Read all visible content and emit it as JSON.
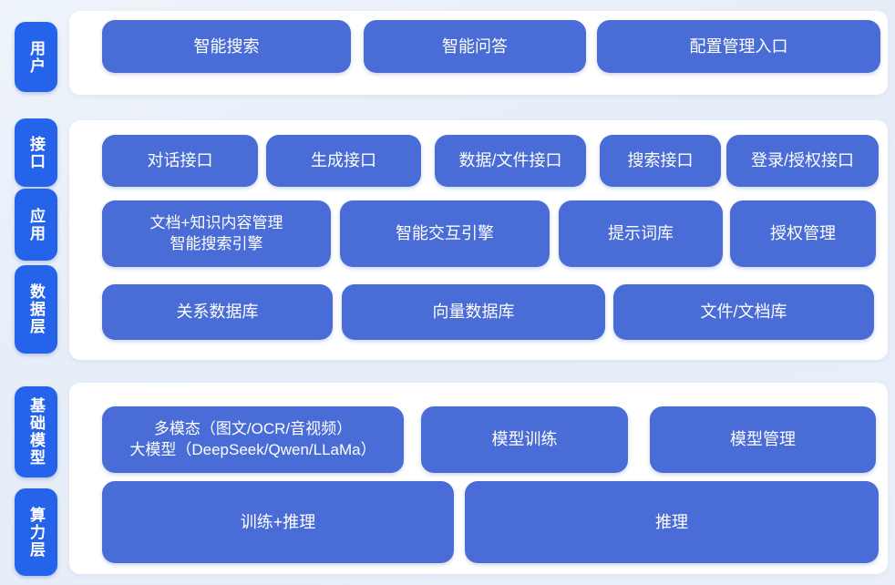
{
  "colors": {
    "layer_tab": "#2563eb",
    "block": "#4a6cd6",
    "panel": "#ffffff",
    "background": "#e9eef7",
    "text_on_blue": "#ffffff"
  },
  "sections": [
    {
      "tabs": [
        {
          "label": "用户"
        }
      ],
      "rows": [
        {
          "buttons": [
            {
              "label": "智能搜索"
            },
            {
              "label": "智能问答"
            },
            {
              "label": "配置管理入口"
            }
          ]
        }
      ]
    },
    {
      "tabs": [
        {
          "label": "接口"
        },
        {
          "label": "应用"
        },
        {
          "label": "数据层"
        }
      ],
      "rows": [
        {
          "buttons": [
            {
              "label": "对话接口"
            },
            {
              "label": "生成接口"
            },
            {
              "label": "数据/文件接口"
            },
            {
              "label": "搜索接口"
            },
            {
              "label": "登录/授权接口"
            }
          ]
        },
        {
          "buttons": [
            {
              "label": "文档+知识内容管理",
              "label2": "智能搜索引擎"
            },
            {
              "label": "智能交互引擎"
            },
            {
              "label": "提示词库"
            },
            {
              "label": "授权管理"
            }
          ]
        },
        {
          "buttons": [
            {
              "label": "关系数据库"
            },
            {
              "label": "向量数据库"
            },
            {
              "label": "文件/文档库"
            }
          ]
        }
      ]
    },
    {
      "tabs": [
        {
          "label": "基础模型"
        },
        {
          "label": "算力层"
        }
      ],
      "rows": [
        {
          "buttons": [
            {
              "label": "多模态（图文/OCR/音视频）",
              "label2": "大模型（DeepSeek/Qwen/LLaMa）"
            },
            {
              "label": "模型训练"
            },
            {
              "label": "模型管理"
            }
          ]
        },
        {
          "buttons": [
            {
              "label": "训练+推理"
            },
            {
              "label": "推理"
            }
          ]
        }
      ]
    }
  ]
}
